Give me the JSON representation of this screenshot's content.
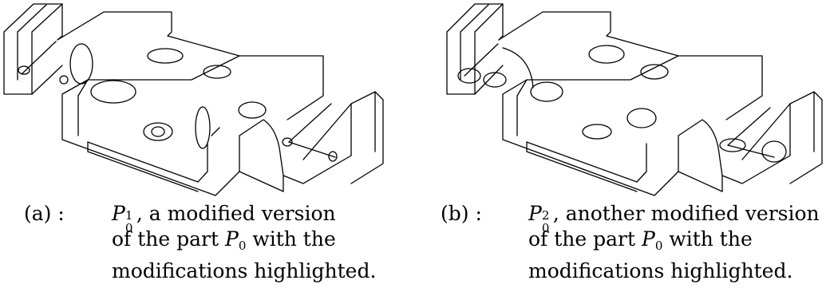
{
  "panels": [
    {
      "label": "(a) :",
      "symbol": "P",
      "sup": "1",
      "sub": "0",
      "line1_rest": ", a modified version",
      "line2_pre": "of the part ",
      "line2_sym": "P",
      "line2_sub": "0",
      "line2_post": " with the",
      "line3": "modifications highlighted."
    },
    {
      "label": "(b) :",
      "symbol": "P",
      "sup": "2",
      "sub": "0",
      "line1_rest": ", another modified version",
      "line2_pre": "of the part ",
      "line2_sym": "P",
      "line2_sub": "0",
      "line2_post": " with the",
      "line3": "modifications highlighted."
    }
  ]
}
